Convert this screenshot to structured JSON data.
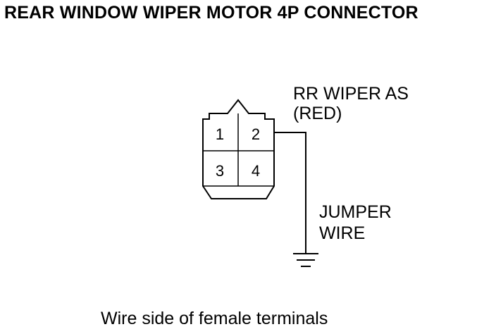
{
  "title": "REAR WINDOW WIPER MOTOR 4P CONNECTOR",
  "connector": {
    "pins": [
      "1",
      "2",
      "3",
      "4"
    ]
  },
  "wire_label": {
    "line1": "RR WIPER AS",
    "line2": "(RED)"
  },
  "jumper_label": {
    "line1": "JUMPER",
    "line2": "WIRE"
  },
  "caption": "Wire side of female terminals",
  "icons": [
    "ground-icon"
  ],
  "colors": {
    "line": "#000000",
    "background": "#ffffff"
  }
}
